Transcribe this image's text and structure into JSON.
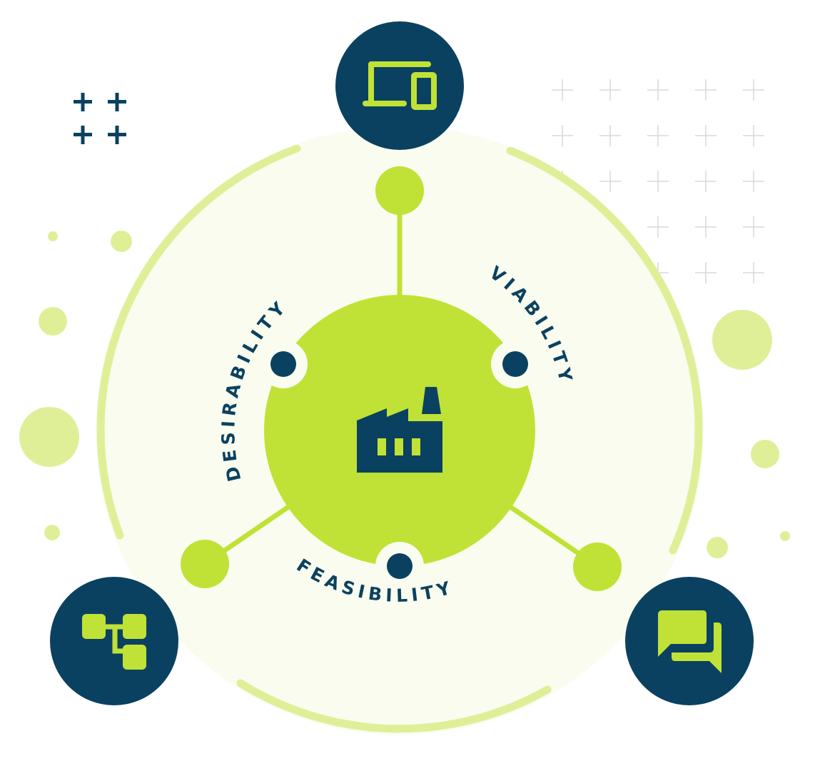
{
  "diagram": {
    "title": "",
    "colors": {
      "navy": "#0b4160",
      "lime": "#c0e236",
      "pale_lime": "#dfef98",
      "background_circle": "#f9fcef",
      "grid_cross": "#d8d8d8",
      "white": "#ffffff"
    },
    "center": {
      "icon": "factory-icon",
      "label": ""
    },
    "labels": {
      "desirability": "DESIRABILITY",
      "viability": "VIABILITY",
      "feasibility": "FEASIBILITY"
    },
    "outer_nodes": [
      {
        "position": "top",
        "icon": "devices-icon"
      },
      {
        "position": "bottom-left",
        "icon": "flowchart-icon"
      },
      {
        "position": "bottom-right",
        "icon": "chat-bubbles-icon"
      }
    ]
  }
}
